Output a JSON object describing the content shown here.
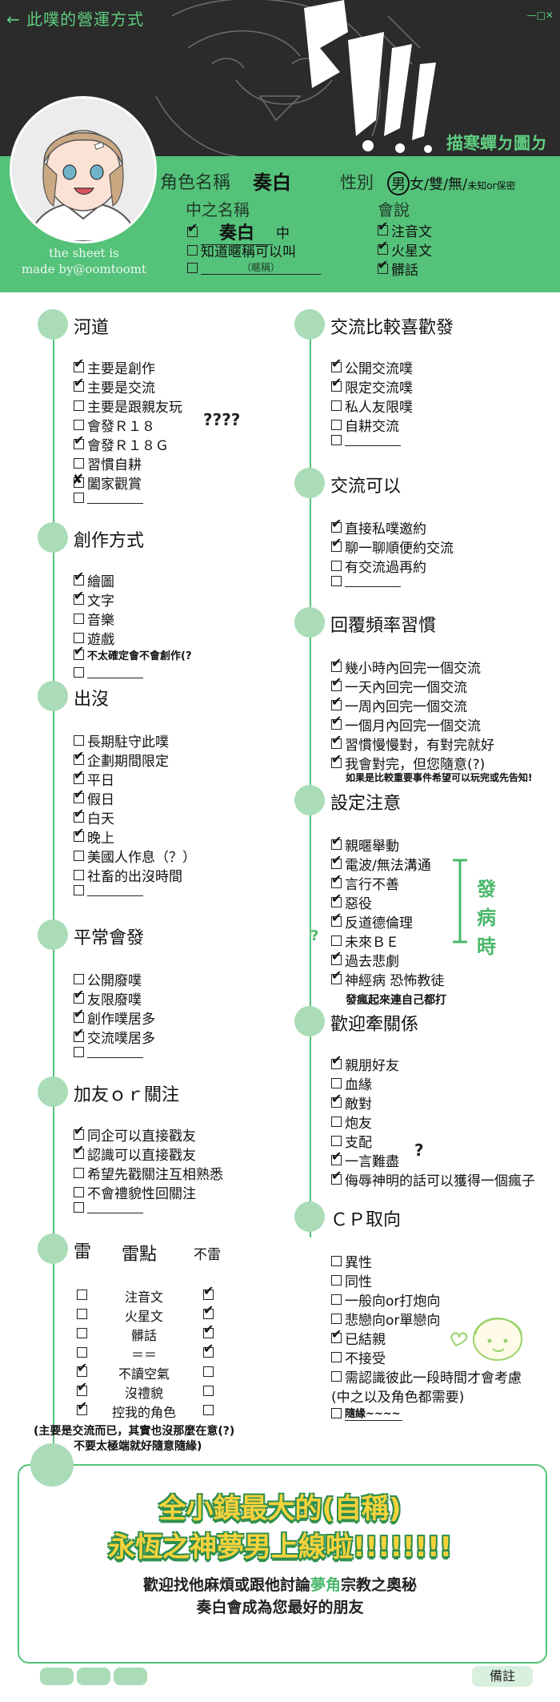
{
  "header": {
    "back_title": "此噗的營運方式",
    "window_controls": "—□✕",
    "graffiti_text": "噫!!!",
    "artist": "描寒蟬ㄉ圖ㄉ",
    "credit_line1": "the sheet is",
    "credit_line2": "made by@oomtoomt",
    "name_label": "角色名稱",
    "name_value": "奏白",
    "gender_label": "性別",
    "gender_selected": "男",
    "gender_rest": "女/雙/無/",
    "gender_small": "未知or保密",
    "nick_title": "中之名稱",
    "nick_name": "奏白",
    "nick_suffix": "中",
    "nick_opt2": "知道暱稱可以叫",
    "nick_opt3_hint": "（暱稱）",
    "lang_title": "會說",
    "lang_opts": [
      "注音文",
      "火星文",
      "髒話"
    ]
  },
  "left": {
    "s1": {
      "title": "河道",
      "items": [
        "主要是創作",
        "主要是交流",
        "主要是跟親友玩",
        "會發Ｒ１８",
        "會發Ｒ１８Ｇ",
        "習慣自耕",
        "闔家觀賞"
      ],
      "extra": "????"
    },
    "s2": {
      "title": "創作方式",
      "items": [
        "繪圖",
        "文字",
        "音樂",
        "遊戲",
        "不太確定會不會創作(?"
      ]
    },
    "s3": {
      "title": "出沒",
      "items": [
        "長期駐守此噗",
        "企劃期間限定",
        "平日",
        "假日",
        "白天",
        "晚上",
        "美國人作息（？）",
        "社畜的出沒時間"
      ]
    },
    "s4": {
      "title": "平常會發",
      "items": [
        "公開廢噗",
        "友限廢噗",
        "創作噗居多",
        "交流噗居多"
      ]
    },
    "s5": {
      "title": "加友ｏｒ關注",
      "items": [
        "同企可以直接戳友",
        "認識可以直接戳友",
        "希望先戳關注互相熟悉",
        "不會禮貌性回關注"
      ]
    },
    "s6": {
      "title_left": "雷",
      "title_mid": "雷點",
      "title_right": "不雷",
      "rows": [
        "注音文",
        "火星文",
        "髒話",
        "＝＝",
        "不讀空氣",
        "沒禮貌",
        "控我的角色"
      ],
      "note1": "(主要是交流而已，其實也沒那麼在意(?)",
      "note2": "不要太極端就好隨意隨緣)"
    }
  },
  "right": {
    "r1": {
      "title": "交流比較喜歡發",
      "items": [
        "公開交流噗",
        "限定交流噗",
        "私人友限噗",
        "自耕交流"
      ]
    },
    "r2": {
      "title": "交流可以",
      "items": [
        "直接私噗邀約",
        "聊一聊順便約交流",
        "有交流過再約"
      ]
    },
    "r3": {
      "title": "回覆頻率習慣",
      "items": [
        "幾小時內回完一個交流",
        "一天內回完一個交流",
        "一周內回完一個交流",
        "一個月內回完一個交流",
        "習慣慢慢對，有對完就好",
        "我會對完，但您隨意(?)"
      ],
      "note": "如果是比較重要事件希望可以玩完或先告知!"
    },
    "r4": {
      "title": "設定注意",
      "items": [
        "親暱舉動",
        "電波/無法溝通",
        "言行不善",
        "惡役",
        "反道德倫理",
        "未來ＢＥ",
        "過去悲劇",
        "神經病 恐怖教徒"
      ],
      "note": "發瘋起來連自己都打",
      "hand": "發病時",
      "q": "?"
    },
    "r5": {
      "title": "歡迎牽關係",
      "items": [
        "親朋好友",
        "血緣",
        "敵對",
        "炮友",
        "支配",
        "一言難盡",
        "侮辱神明的話可以獲得一個瘋子"
      ],
      "q": "?"
    },
    "r6": {
      "title": "ＣＰ取向",
      "items": [
        "異性",
        "同性",
        "一般向or打炮向",
        "悲戀向or單戀向",
        "已結親",
        "不接受",
        "需認識彼此一段時間才會考慮",
        "(中之以及角色都需要)",
        "隨緣~~~~"
      ]
    }
  },
  "footer": {
    "banner1": "全小鎮最大的(自稱)",
    "banner2": "永恆之神夢男上線啦!!!!!!!!",
    "welcome1_a": "歡迎找他麻煩或跟他討論",
    "welcome1_hl": "夢角",
    "welcome1_b": "宗教之奧秘",
    "welcome2": "奏白會成為您最好的朋友",
    "note_button": "備註"
  },
  "colors": {
    "accent": "#55c27a",
    "dot": "#a9dcb7",
    "dark": "#2b2b2b",
    "banner_yellow": "#f6d23b"
  }
}
